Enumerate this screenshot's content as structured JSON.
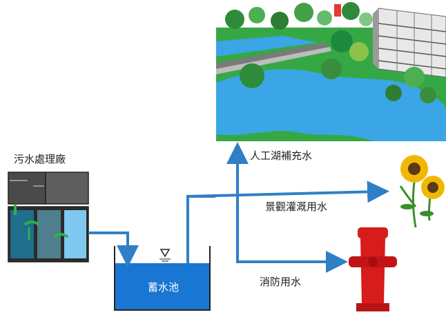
{
  "plant_label": "污水處理廠",
  "tank_label": "蓄水池",
  "outputs": {
    "lake": "人工湖補充水",
    "irrigation": "景觀灌溉用水",
    "fire": "消防用水"
  },
  "colors": {
    "flow_arrow": "#2f7fc6",
    "tank_water": "#1976d2",
    "lake_water": "#3aa6e6",
    "hydrant": "#d81b1b",
    "flower": "#f2b705"
  }
}
